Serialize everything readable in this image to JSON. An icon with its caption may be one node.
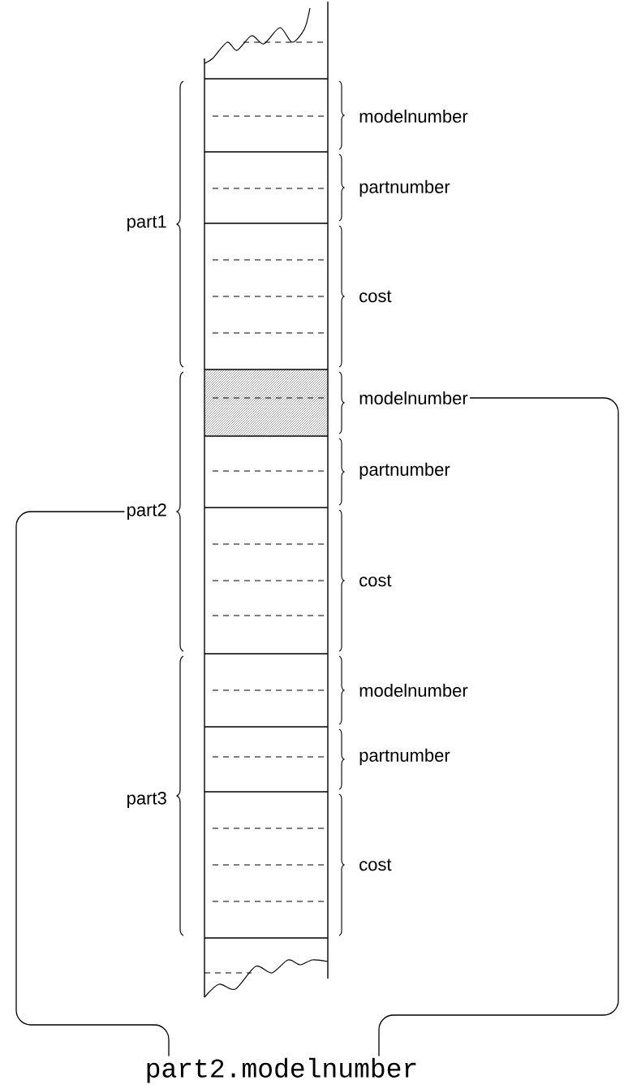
{
  "diagram": {
    "nodes": [
      {
        "text": [
          "part2"
        ]
      },
      {
        "text": [
          "modelnumber"
        ]
      },
      {
        "text": [
          "part2.modelnumber"
        ]
      }
    ],
    "edges": [
      {
        "from": 2,
        "to": 0,
        "arrow": "none"
      },
      {
        "from": 2,
        "to": 1,
        "arrow": "none"
      }
    ],
    "labels": [
      "modelnumber",
      "partnumber",
      "part1",
      "cost",
      "partnumber",
      "cost",
      "modelnumber",
      "partnumber",
      "part3",
      "cost"
    ]
  }
}
